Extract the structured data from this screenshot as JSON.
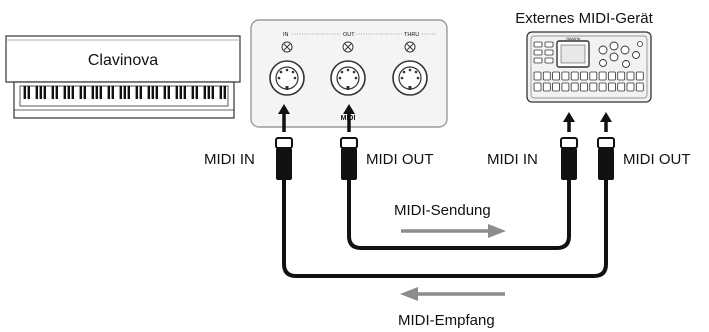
{
  "piano": {
    "label": "Clavinova"
  },
  "panel": {
    "port_in": "IN",
    "port_out": "OUT",
    "port_thru": "THRU",
    "midi_logo": "MIDI"
  },
  "device": {
    "title": "Externes MIDI-Gerät",
    "brand": "YAMAHA"
  },
  "cables": {
    "piano_in": "MIDI IN",
    "piano_out": "MIDI OUT",
    "device_in": "MIDI IN",
    "device_out": "MIDI OUT"
  },
  "flows": {
    "send": "MIDI-Sendung",
    "receive": "MIDI-Empfang"
  },
  "colors": {
    "line": "#111111",
    "arrow_gray": "#8c8c8c",
    "panel_bg": "#f4f4f4",
    "panel_border": "#9a9a9a"
  }
}
